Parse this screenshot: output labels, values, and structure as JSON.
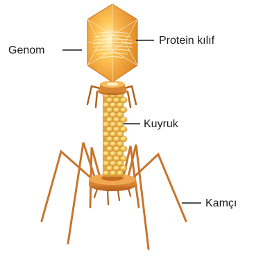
{
  "labels": {
    "genome": "Genom",
    "protein_coat": "Protein kılıf",
    "tail": "Kuyruk",
    "tail_fiber": "Kamçı"
  },
  "colors": {
    "head_light": "#ffd36b",
    "head_mid": "#f7a73a",
    "head_dark": "#d9781c",
    "tail": "#f0c060",
    "fiber": "#c8742c",
    "base_plate": "#d9822b",
    "text": "#1a1a1a"
  }
}
